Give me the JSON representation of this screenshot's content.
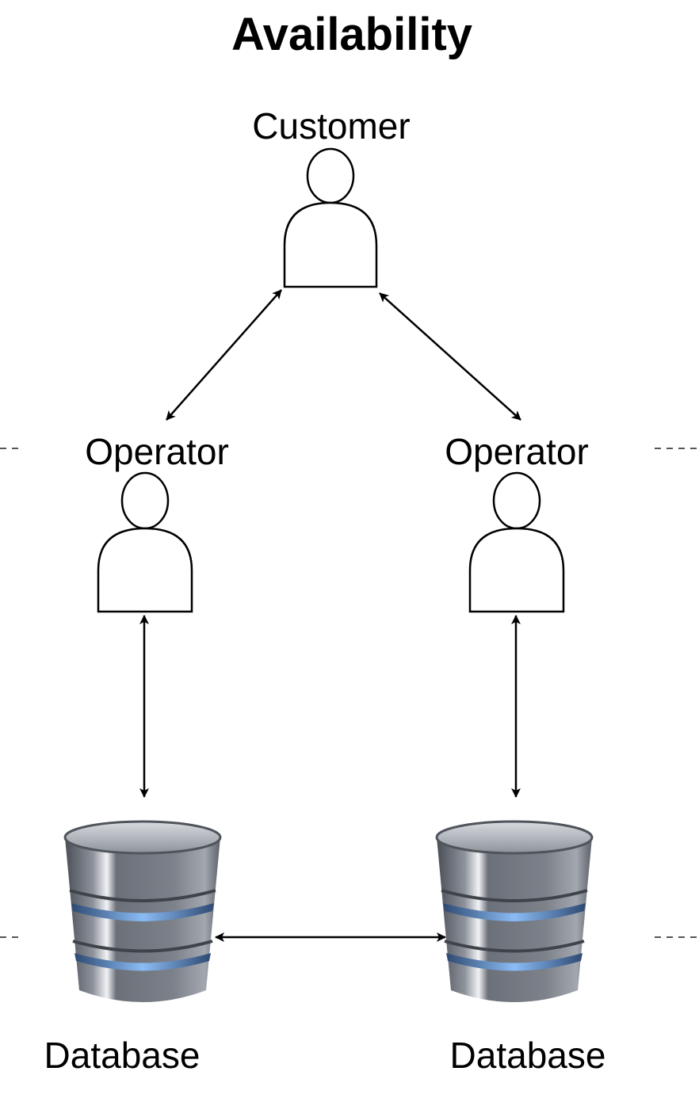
{
  "title": "Availability",
  "customer": {
    "label": "Customer"
  },
  "operators": [
    {
      "label": "Operator"
    },
    {
      "label": "Operator"
    }
  ],
  "databases": [
    {
      "label": "Database"
    },
    {
      "label": "Database"
    }
  ],
  "colors": {
    "stroke": "#000000",
    "db_body": "#6b7079",
    "db_highlight": "#e8eaee",
    "db_band": "#5a8fd6"
  },
  "icons": [
    "person-icon",
    "database-icon"
  ]
}
